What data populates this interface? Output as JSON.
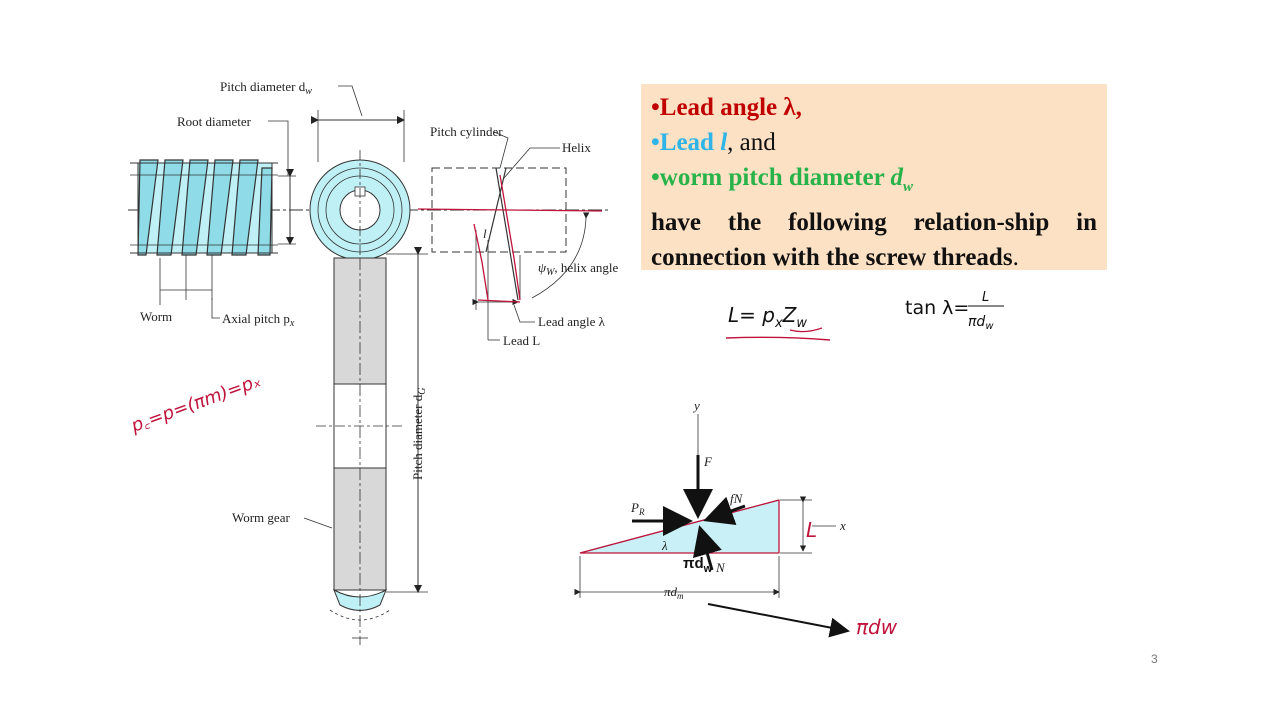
{
  "colors": {
    "red": "#c00000",
    "blue": "#2eb4e6",
    "green": "#28b34a",
    "box_bg": "#fde1c4",
    "ink": "#c0143c",
    "cyan": "#bff0f6"
  },
  "worm_figure": {
    "pitch_diameter_dw": "Pitch diameter d",
    "pitch_diameter_dw_sub": "w",
    "root_diameter": "Root diameter",
    "worm": "Worm",
    "axial_pitch": "Axial pitch p",
    "axial_pitch_sub": "x",
    "pitch_diameter_dG": "Pitch diameter d",
    "pitch_diameter_dG_sub": "G",
    "worm_gear": "Worm gear",
    "pitch_cylinder": "Pitch cylinder",
    "helix": "Helix",
    "helix_angle": "ψ",
    "helix_angle_sub": "W",
    "helix_angle_rest": ", helix angle",
    "lead_angle": "Lead angle λ",
    "lead": "Lead L",
    "lead_l_small": "l"
  },
  "textbox": {
    "bullet": "•",
    "line1": "Lead angle λ,",
    "line2_lead": "Lead ",
    "line2_l": "l",
    "line2_rest": ", and",
    "line3": "worm pitch diameter ",
    "line3_d": "d",
    "line3_sub": "w",
    "line4": "have the following relation-ship in",
    "line5": "connection with the screw threads",
    "line5_end": "."
  },
  "equations": {
    "eq1_lhs": "L= ",
    "eq1_p": "p",
    "eq1_p_sub": "x",
    "eq1_z": "Z",
    "eq1_z_sub": "w",
    "eq2_lhs": "tan λ=",
    "eq2_num": "L",
    "eq2_den": "πd",
    "eq2_den_sub": "w"
  },
  "handwriting": {
    "pitch_relation": "p꜀=p=(πm)=pₓ",
    "pi_dw": "πdw",
    "L_mark": "L"
  },
  "wedge_figure": {
    "y": "y",
    "x": "x",
    "F": "F",
    "fN": "fN",
    "PR": "P",
    "PR_sub": "R",
    "lambda": "λ",
    "N": "N",
    "pidw_overlay": "πd",
    "pidw_overlay_sub": "w",
    "pidm": "πd",
    "pidm_sub": "m"
  },
  "page_number": "3"
}
